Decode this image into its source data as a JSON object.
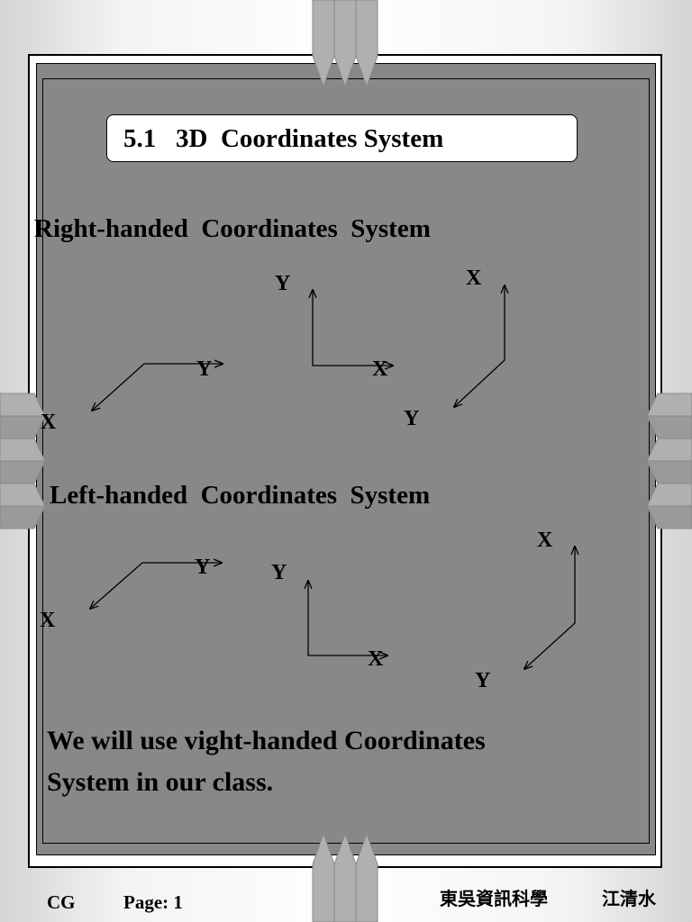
{
  "slide": {
    "title": "5.1   3D  Coordinates System",
    "right_heading": "Right-handed  Coordinates  System",
    "left_heading": "Left-handed  Coordinates  System",
    "note_line1": "We will use vight-handed Coordinates",
    "note_line2": "System in our class."
  },
  "axes": {
    "right": [
      {
        "axis1": "Y",
        "axis2": "X"
      },
      {
        "axis1": "Y",
        "axis2": "X"
      },
      {
        "axis1": "X",
        "axis2": "Y"
      }
    ],
    "left": [
      {
        "axis1": "Y",
        "axis2": "X"
      },
      {
        "axis1": "Y",
        "axis2": "X"
      },
      {
        "axis1": "X",
        "axis2": "Y"
      }
    ]
  },
  "footer": {
    "course": "CG",
    "page": "Page: 1",
    "institution": "東吳資訊科學",
    "author": "江清水"
  },
  "colors": {
    "slide_background": "#888888",
    "frame": "#000000",
    "title_box": "#ffffff"
  }
}
